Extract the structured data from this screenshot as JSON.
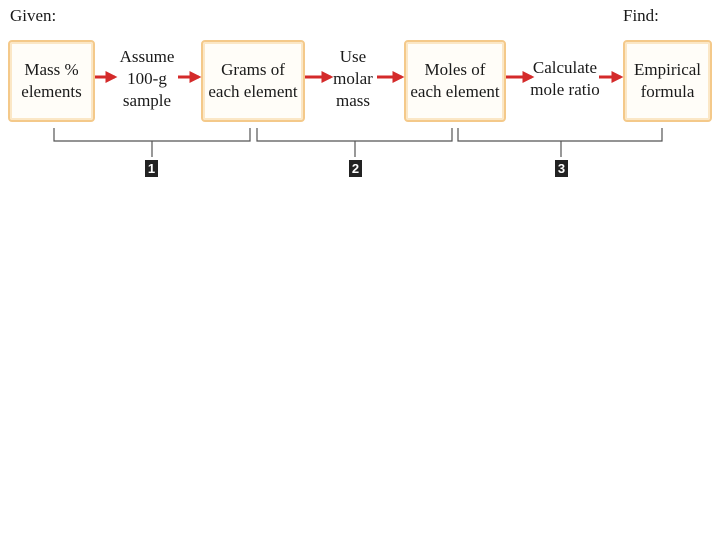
{
  "given_label": "Given:",
  "find_label": "Find:",
  "boxes": [
    "Mass %\nelements",
    "Grams of\neach element",
    "Moles of\neach element",
    "Empirical\nformula"
  ],
  "steps": [
    "Assume\n100-g\nsample",
    "Use\nmolar\nmass",
    "Calculate\nmole ratio"
  ],
  "stage_numbers": [
    "1",
    "2",
    "3"
  ],
  "colors": {
    "arrow": "#d42a2a",
    "box_border": "#f4c98a",
    "bracket": "#555555",
    "badge": "#222222"
  }
}
